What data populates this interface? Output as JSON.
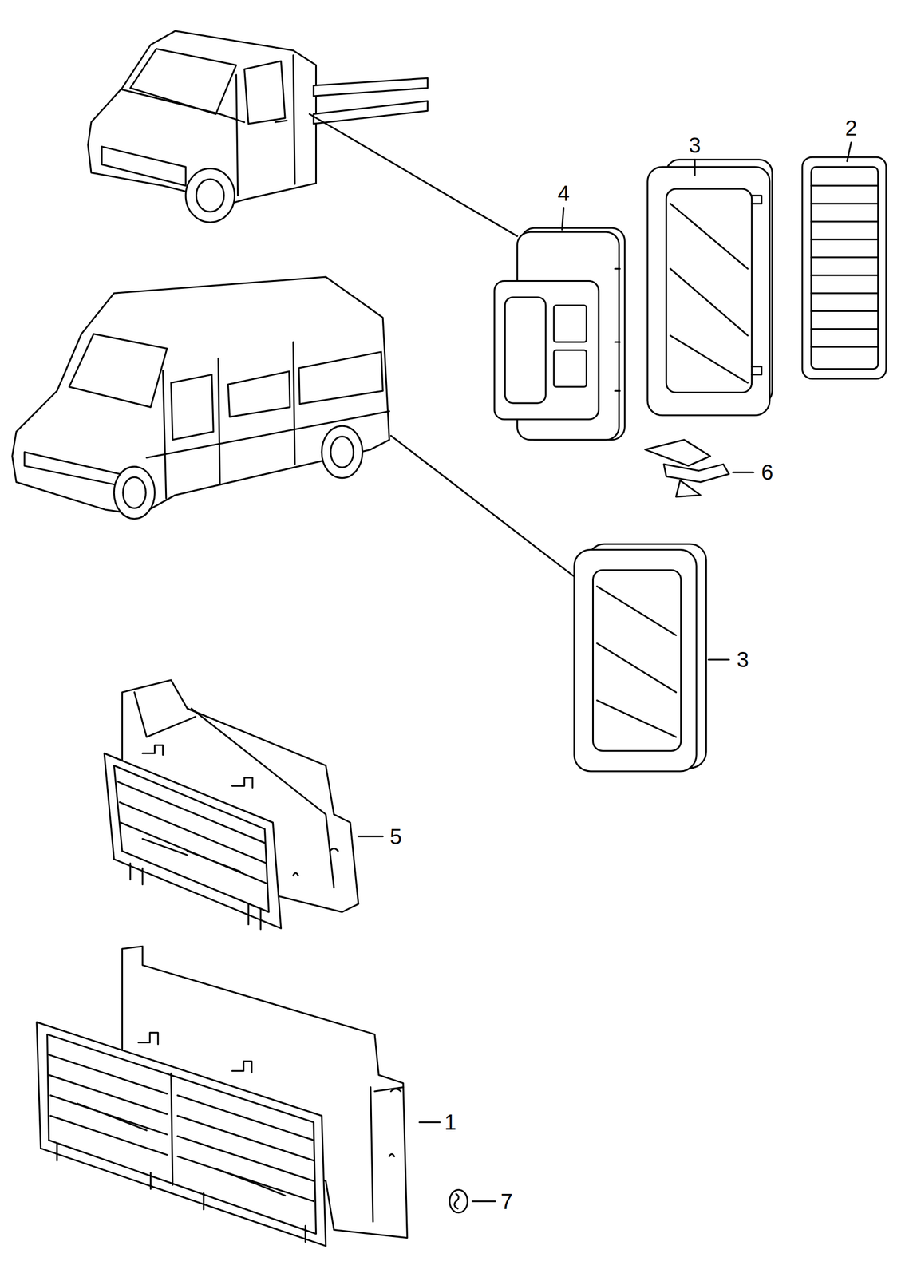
{
  "diagram": {
    "labels": [
      "2",
      "3",
      "4",
      "6",
      "3",
      "5",
      "1",
      "7"
    ]
  }
}
